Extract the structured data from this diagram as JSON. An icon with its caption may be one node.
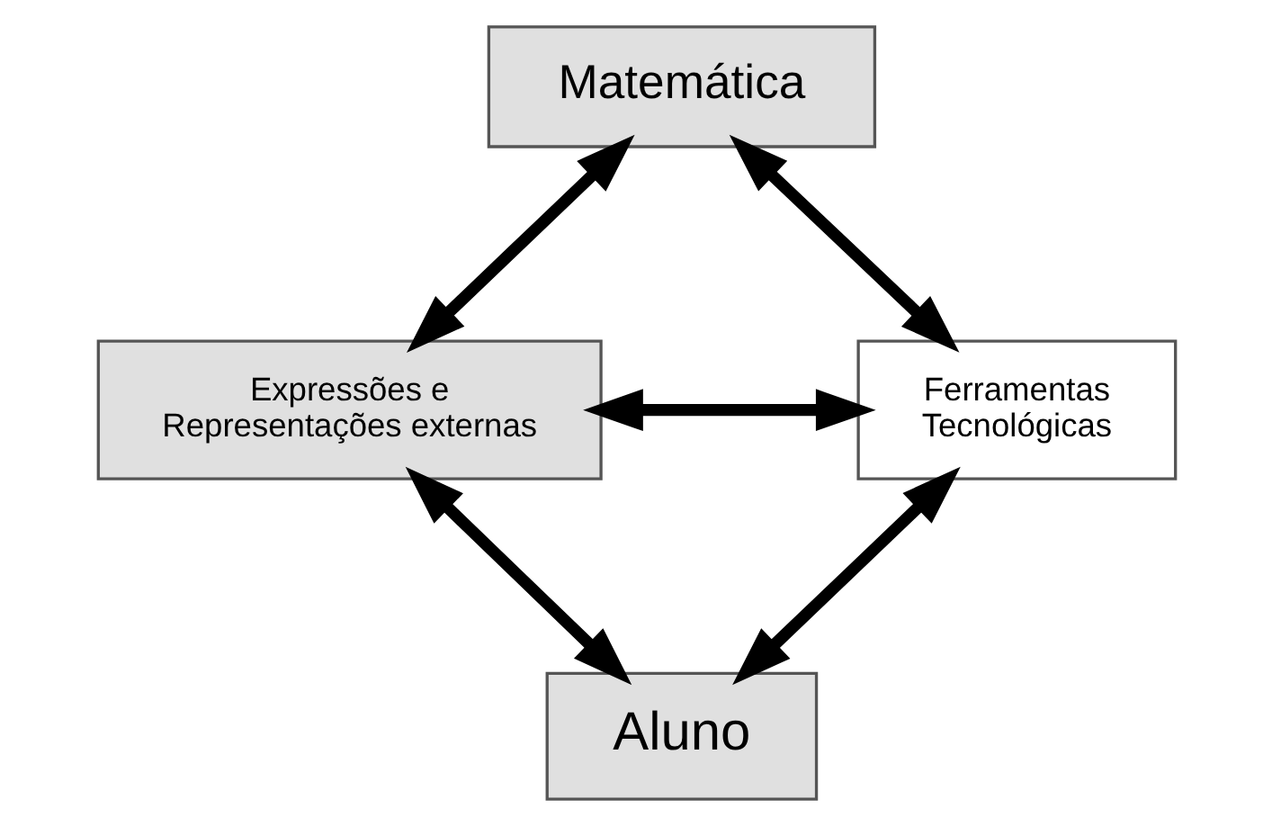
{
  "diagram": {
    "nodes": [
      {
        "text": [
          "Matemática"
        ]
      },
      {
        "text": [
          "Expressões e Representações externas"
        ]
      },
      {
        "text": [
          "Ferramentas Tecnológicas"
        ]
      },
      {
        "text": [
          "Aluno"
        ]
      }
    ],
    "edges": [
      {
        "from": 0,
        "to": 1,
        "arrow": "both"
      },
      {
        "from": 0,
        "to": 2,
        "arrow": "both"
      },
      {
        "from": 1,
        "to": 2,
        "arrow": "both"
      },
      {
        "from": 1,
        "to": 3,
        "arrow": "both"
      },
      {
        "from": 2,
        "to": 3,
        "arrow": "both"
      }
    ]
  }
}
